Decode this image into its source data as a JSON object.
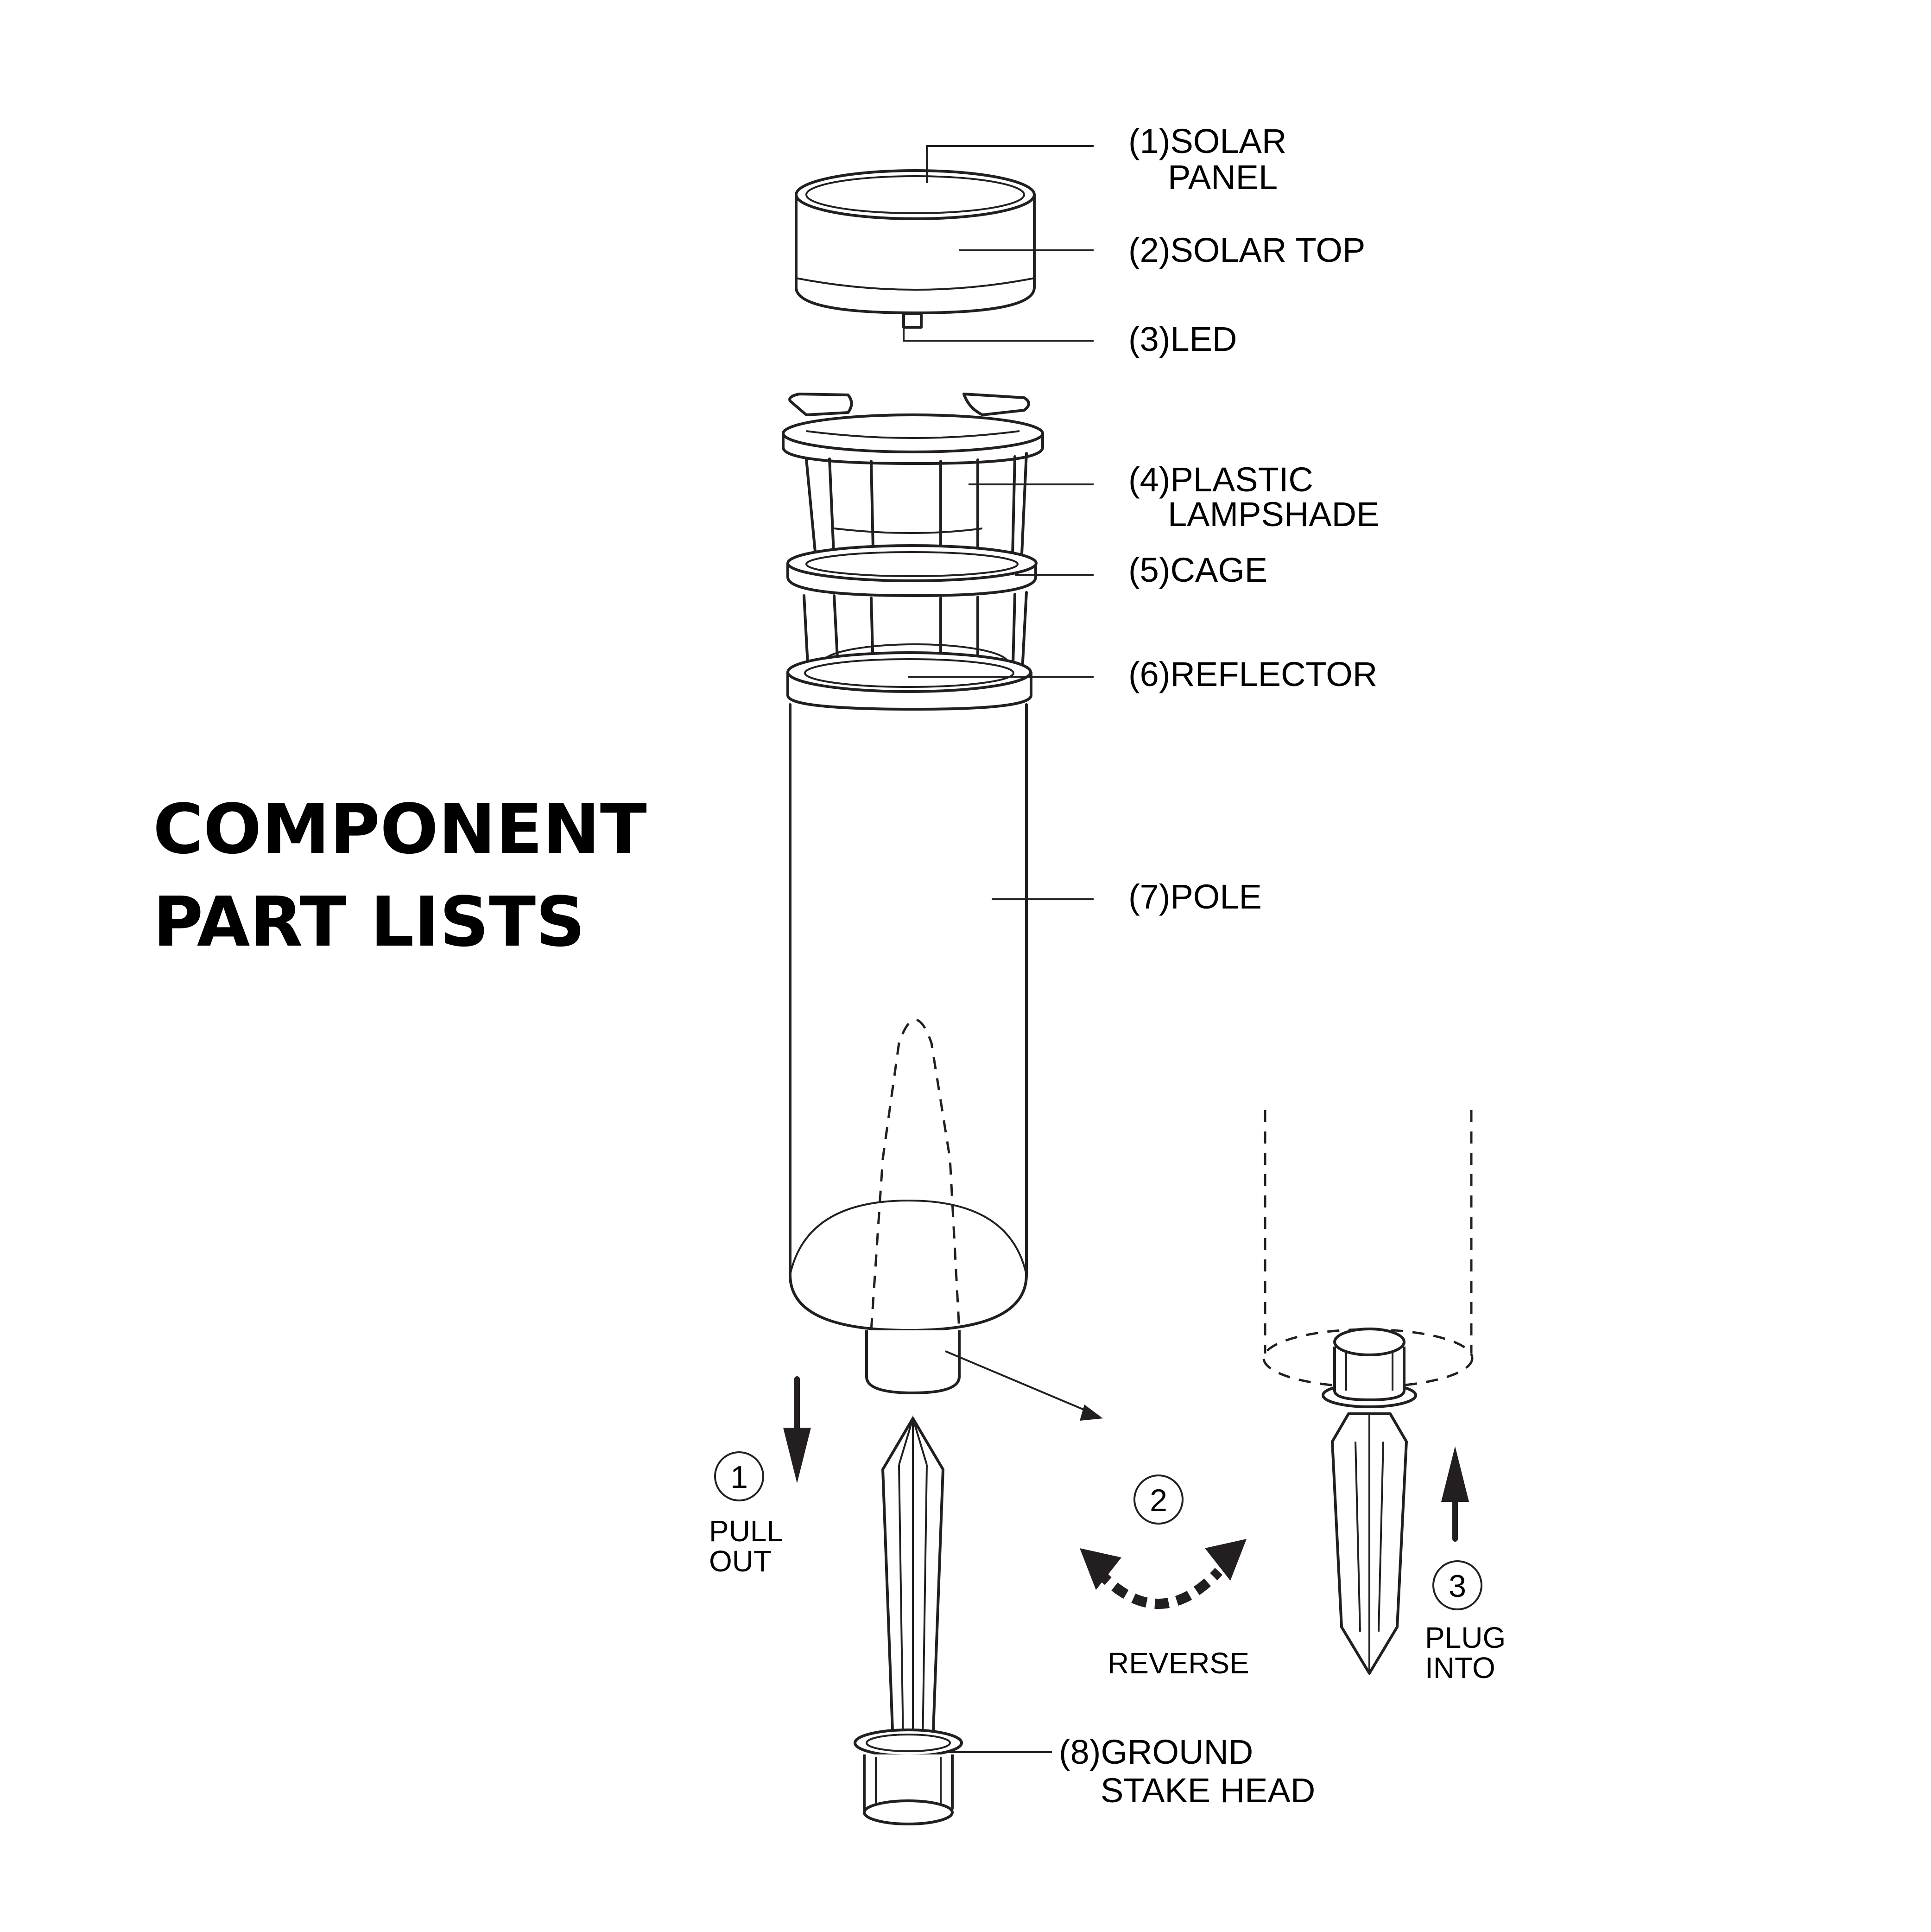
{
  "heading": {
    "line1": "COMPONENT",
    "line2": "PART LISTS"
  },
  "parts": [
    {
      "line1": "(1)SOLAR",
      "line2": "PANEL"
    },
    {
      "line1": "(2)SOLAR TOP"
    },
    {
      "line1": "(3)LED"
    },
    {
      "line1": "(4)PLASTIC",
      "line2": "LAMPSHADE"
    },
    {
      "line1": "(5)CAGE"
    },
    {
      "line1": "(6)REFLECTOR"
    },
    {
      "line1": "(7)POLE"
    },
    {
      "line1": "(8)GROUND",
      "line2": "STAKE HEAD"
    }
  ],
  "steps": [
    {
      "number": "1",
      "line1": "PULL",
      "line2": "OUT"
    },
    {
      "number": "2",
      "line1": "REVERSE"
    },
    {
      "number": "3",
      "line1": "PLUG",
      "line2": "INTO"
    }
  ]
}
